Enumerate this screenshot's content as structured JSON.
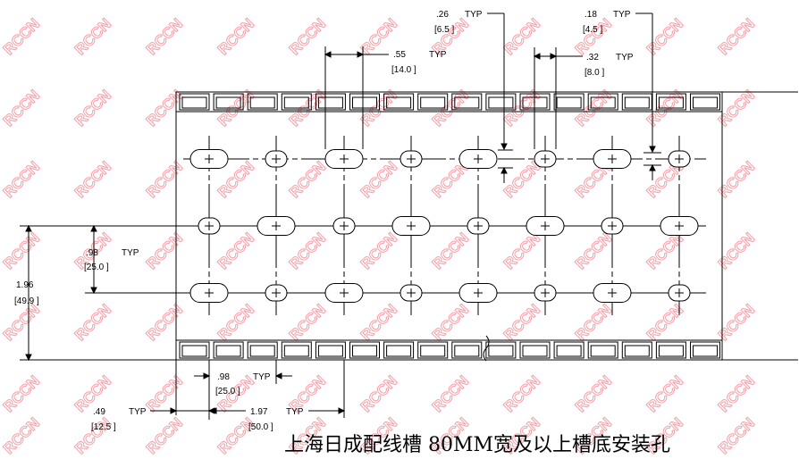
{
  "watermark": "RCCN",
  "title": "上海日成配线槽 80MM宽及以上槽底安装孔",
  "dimensions": {
    "slot_pitch_top": {
      "in": ".55",
      "mm": "[14.0 ]",
      "typ": "TYP"
    },
    "slot_height_large": {
      "in": ".26",
      "mm": "[6.5 ]",
      "typ": "TYP"
    },
    "slot_height_small": {
      "in": ".18",
      "mm": "[4.5 ]",
      "typ": "TYP"
    },
    "small_slot_width": {
      "in": ".32",
      "mm": "[8.0 ]",
      "typ": "TYP"
    },
    "row_pitch": {
      "in": ".98",
      "mm": "[25.0 ]",
      "typ": "TYP"
    },
    "overall_height": {
      "in": "1.96",
      "mm": "[49.9 ]"
    },
    "column_pitch": {
      "in": ".98",
      "mm": "[25.0 ]",
      "typ": "TYP"
    },
    "edge_offset": {
      "in": ".49",
      "mm": "[12.5 ]",
      "typ": "TYP"
    },
    "double_pitch": {
      "in": "1.97",
      "mm": "[50.0 ]",
      "typ": "TYP"
    }
  },
  "colors": {
    "line": "#000000",
    "watermark": "#f4a0a8"
  }
}
